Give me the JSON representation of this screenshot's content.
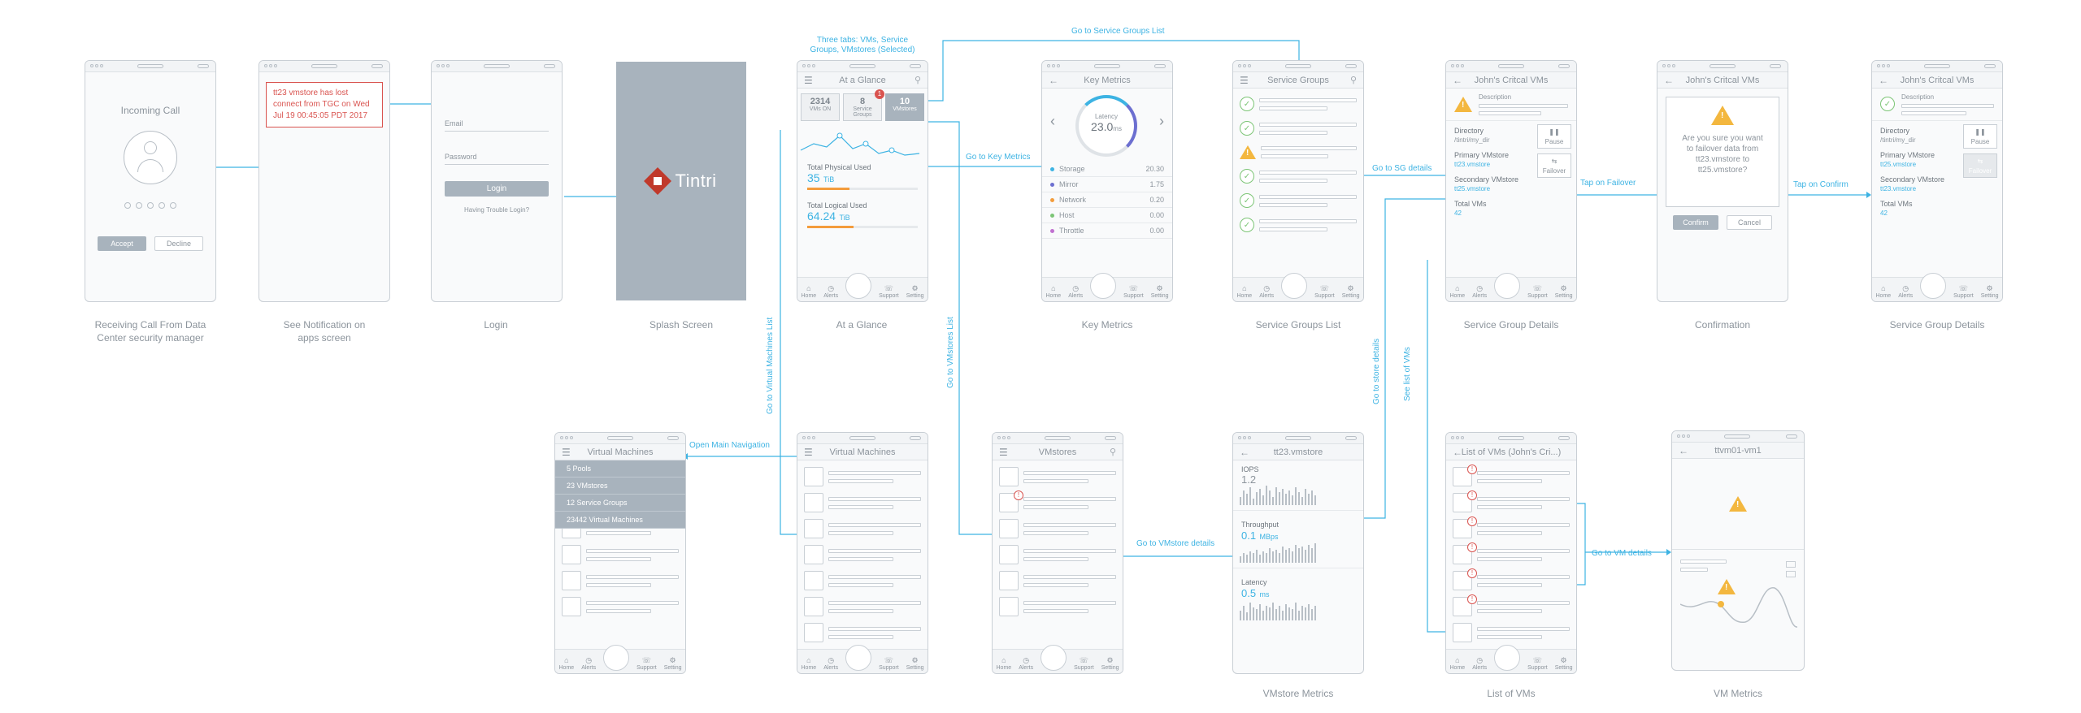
{
  "screens": {
    "incoming": {
      "title": "Incoming Call",
      "accept": "Accept",
      "decline": "Decline",
      "caption": "Receiving Call From Data Center security manager"
    },
    "notification": {
      "message": "tt23 vmstore has lost connect from TGC on Wed Jul 19 00:45:05 PDT 2017",
      "caption": "See Notification on apps screen"
    },
    "login": {
      "email": "Email",
      "password": "Password",
      "button": "Login",
      "trouble": "Having Trouble Login?",
      "caption": "Login"
    },
    "splash": {
      "brand": "Tintri",
      "caption": "Splash Screen"
    },
    "glance": {
      "title": "At a Glance",
      "tab1_value": "2314",
      "tab1_label": "VMs ON",
      "tab2_value": "8",
      "tab2_label": "Service Groups",
      "tab2_badge": "1",
      "tab3_value": "10",
      "tab3_label": "VMstores",
      "physical_label": "Total Physical Used",
      "physical_value": "35",
      "physical_unit": "TiB",
      "logical_label": "Total Logical Used",
      "logical_value": "64.24",
      "logical_unit": "TiB",
      "caption": "At a Glance"
    },
    "keymetrics": {
      "title": "Key Metrics",
      "gauge_label": "Latency",
      "gauge_value": "23.0",
      "gauge_unit": "ms",
      "items": [
        {
          "label": "Storage",
          "value": "20.30",
          "color": "#3db3e3"
        },
        {
          "label": "Mirror",
          "value": "1.75",
          "color": "#6c6fd0"
        },
        {
          "label": "Network",
          "value": "0.20",
          "color": "#f39c3c"
        },
        {
          "label": "Host",
          "value": "0.00",
          "color": "#7cc576"
        },
        {
          "label": "Throttle",
          "value": "0.00",
          "color": "#c070d0"
        }
      ],
      "caption": "Key Metrics"
    },
    "sglist": {
      "title": "Service Groups",
      "caption": "Service Groups List"
    },
    "sgdetails": {
      "title": "John's Critcal VMs",
      "description": "Description",
      "dir_label": "Directory",
      "dir_value": "/tintri/my_dir",
      "pause": "Pause",
      "failover": "Failover",
      "primary_label": "Primary VMstore",
      "primary_value": "tt23.vmstore",
      "secondary_label": "Secondary VMstore",
      "secondary_value": "tt25.vmstore",
      "total_label": "Total VMs",
      "total_value": "42",
      "caption": "Service Group Details"
    },
    "confirm": {
      "title": "John's Critcal VMs",
      "question": "Are you sure you want to failover data from tt23.vmstore to tt25.vmstore?",
      "confirm": "Confirm",
      "cancel": "Cancel",
      "caption": "Confirmation"
    },
    "sgdetails2": {
      "title": "John's Critcal VMs",
      "description": "Description",
      "dir_label": "Directory",
      "dir_value": "/tintri/my_dir",
      "pause": "Pause",
      "failover": "Failover",
      "primary_label": "Primary VMstore",
      "primary_value": "tt25.vmstore",
      "secondary_label": "Secondary VMstore",
      "secondary_value": "tt23.vmstore",
      "total_label": "Total VMs",
      "total_value": "42",
      "caption": "Service Group Details"
    },
    "vmmenu": {
      "title": "Virtual Machines",
      "menu": [
        "5 Pools",
        "23 VMstores",
        "12 Service Groups",
        "23442 Virtual Machines"
      ]
    },
    "vmlist": {
      "title": "Virtual Machines"
    },
    "vmstores": {
      "title": "VMstores"
    },
    "vmstoremetrics": {
      "title": "tt23.vmstore",
      "iops_label": "IOPS",
      "iops_value": "1.2",
      "tp_label": "Throughput",
      "tp_value": "0.1",
      "tp_unit": "MBps",
      "lat_label": "Latency",
      "lat_value": "0.5",
      "lat_unit": "ms",
      "caption": "VMstore Metrics"
    },
    "vmsofsg": {
      "title": "List of VMs (John's Cri...)",
      "caption": "List of VMs"
    },
    "vmmetrics": {
      "title": "ttvm01-vm1",
      "caption": "VM Metrics"
    }
  },
  "nav": {
    "home": "Home",
    "alerts": "Alerts",
    "support": "Support",
    "setting": "Setting"
  },
  "flows": {
    "three_tabs": "Three tabs: VMs, Service Groups, VMstores (Selected)",
    "go_sg_list": "Go to Service Groups List",
    "go_key_metrics": "Go to Key Metrics",
    "go_sg_details": "Go to SG details",
    "tap_failover": "Tap on Failover",
    "tap_confirm": "Tap on Confirm",
    "open_main_nav": "Open Main Navigation",
    "go_vm_list": "Go to Virtual Machines List",
    "go_vmstores_list": "Go to VMstores List",
    "go_vmstore_details": "Go to VMstore details",
    "go_store_details": "Go to store details",
    "see_list_vms": "See list of VMs",
    "go_vm_details": "Go to VM details"
  },
  "colors": {
    "flow": "#3db3e3",
    "frame": "#c9cfd5",
    "warning": "#f3b73f",
    "error": "#d9534f",
    "ok": "#7cc576"
  }
}
